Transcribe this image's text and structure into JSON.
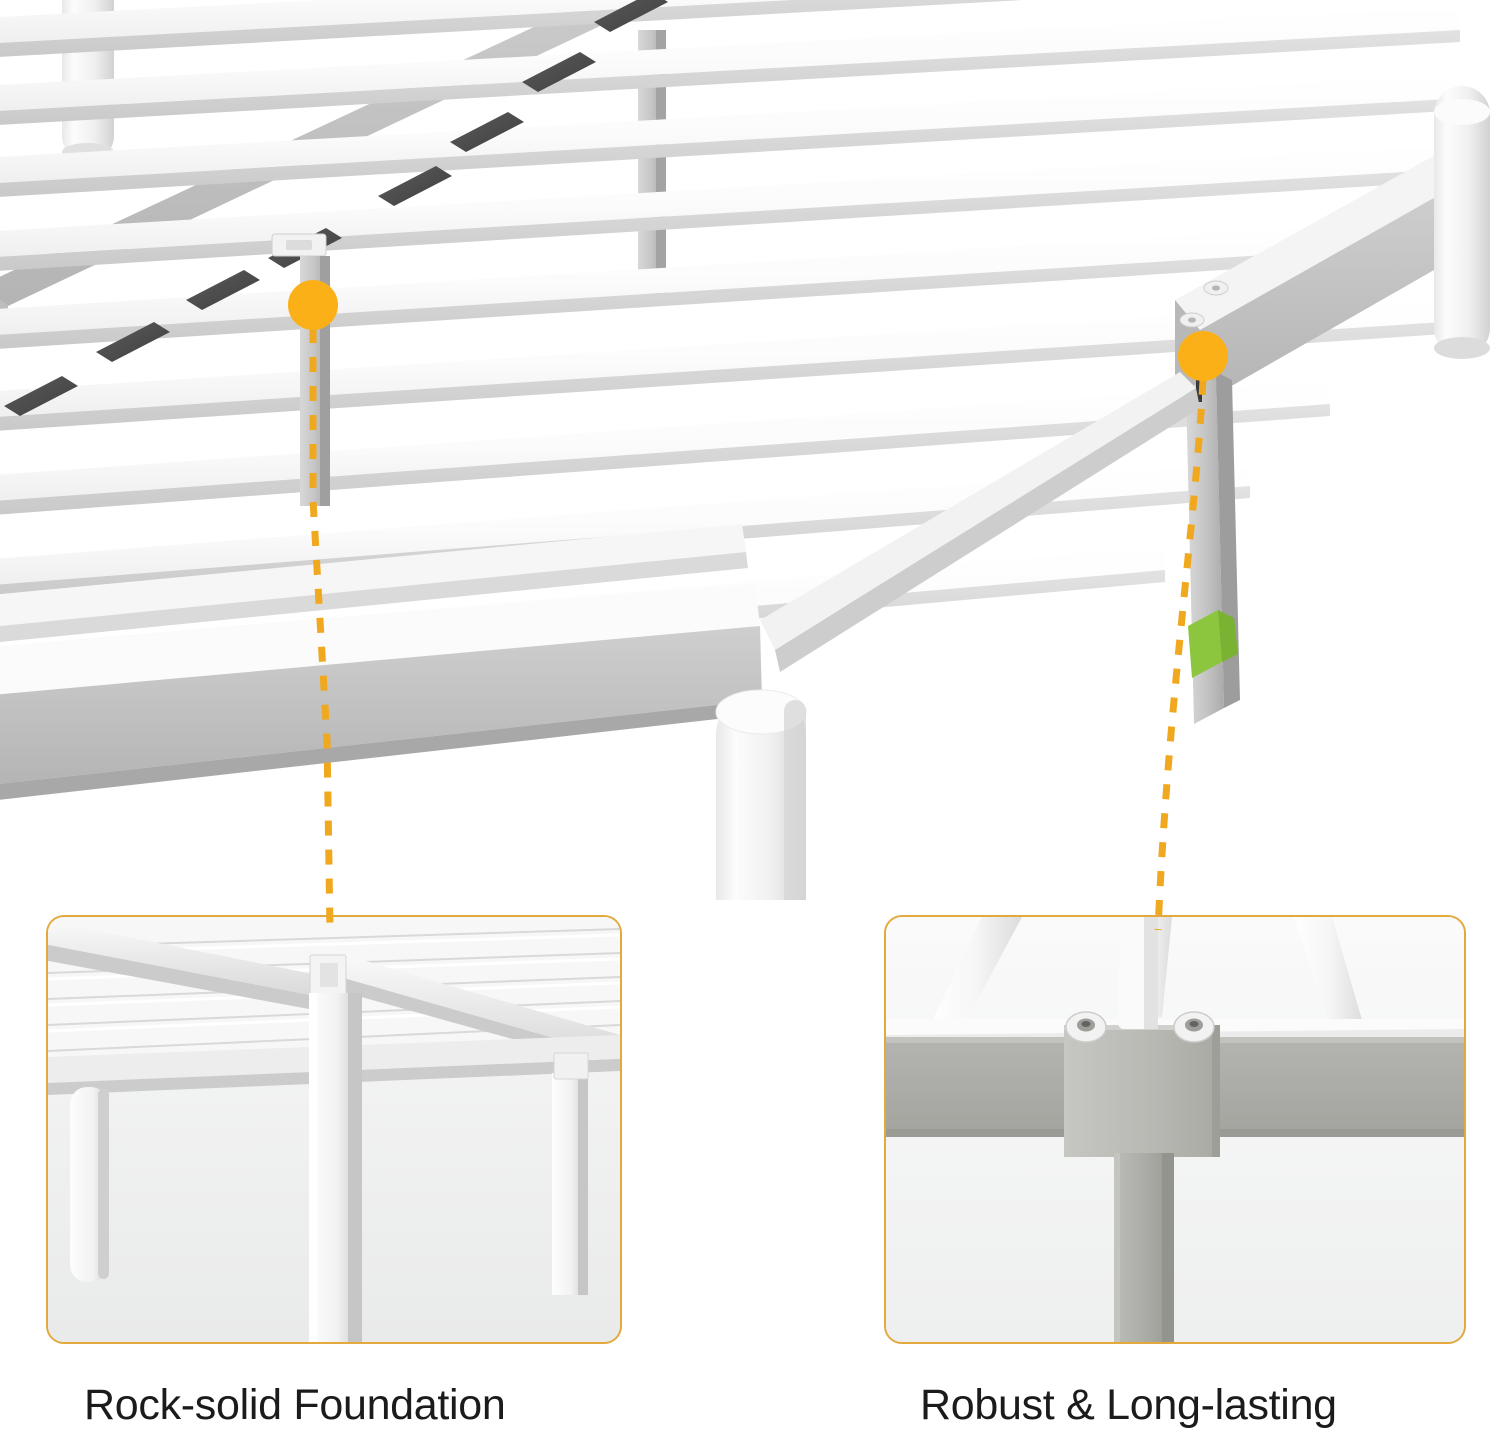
{
  "product": {
    "type": "metal platform bed frame",
    "finish": "white",
    "background": "#ffffff"
  },
  "theme": {
    "accent_amber": "#FBB017",
    "leader_amber": "#F0A81E",
    "callout_border": "#E3A93C",
    "highlight_green": "#8CC63E",
    "frame_white": "#FFFFFF",
    "frame_shadow_gray": "#A9A9A9",
    "connector_dark": "#4a4a4a",
    "caption_color": "#1b1b1b"
  },
  "callouts": [
    {
      "id": "rock-solid-foundation",
      "caption": "Rock-solid Foundation",
      "marker_label": "support-beam-and-legs",
      "detail_description": "Underside view showing slats, diagonal center support beam and three square support legs"
    },
    {
      "id": "robust-long-lasting",
      "caption": "Robust & Long-lasting",
      "marker_label": "leg-to-rail-joint",
      "detail_description": "Close-up of bolted bracket joining the leg to the side rail",
      "bolt_count": 2
    }
  ],
  "annotations": {
    "marker_count": 2,
    "leader_style": "dashed",
    "highlight_band_color": "#8CC63E"
  }
}
